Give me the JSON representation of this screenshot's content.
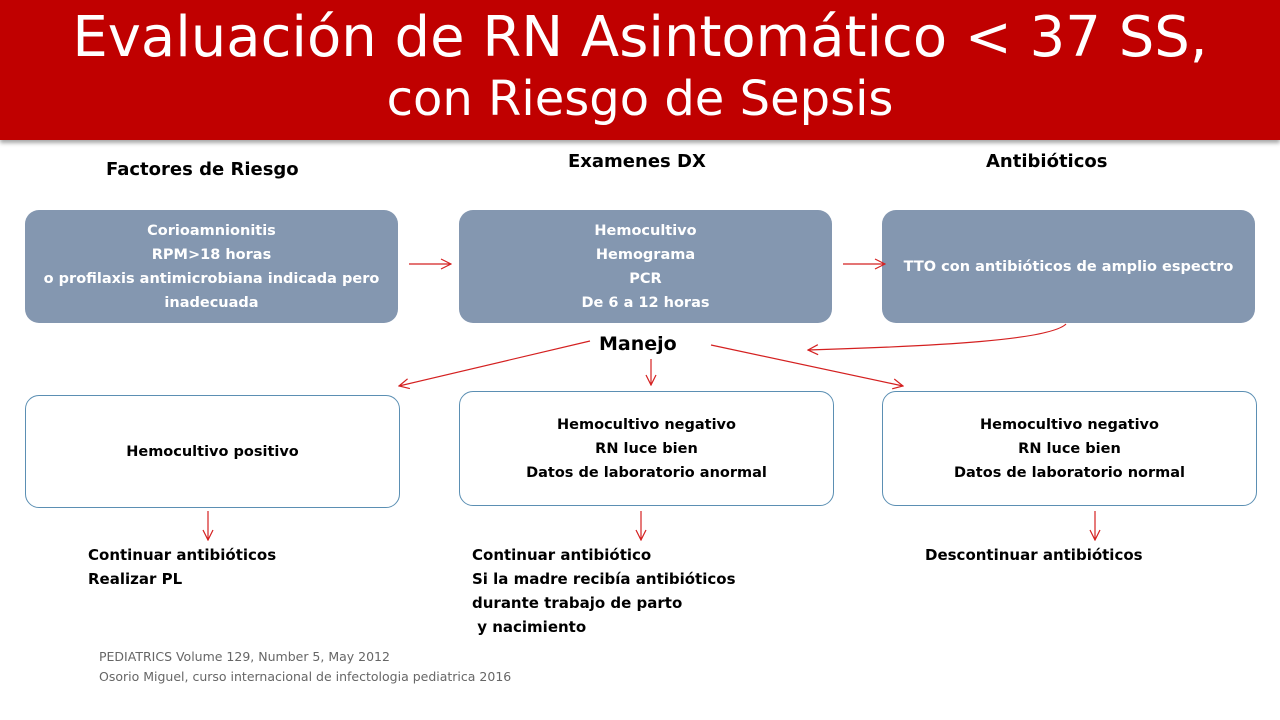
{
  "title": {
    "line1": "Evaluación de RN Asintomático < 37 SS,",
    "line2": "con Riesgo de Sepsis"
  },
  "headers": {
    "factores": "Factores de Riesgo",
    "examenes": "Examenes DX",
    "antibioticos": "Antibióticos"
  },
  "top_boxes": {
    "riesgo": [
      "Corioamnionitis",
      "RPM>18 horas",
      "o profilaxis antimicrobiana indicada pero",
      "inadecuada"
    ],
    "examenes": [
      "Hemocultivo",
      "Hemograma",
      "PCR",
      "De 6 a 12 horas"
    ],
    "tto": [
      "TTO con antibióticos de amplio espectro"
    ]
  },
  "manejo": "Manejo",
  "outcome_boxes": {
    "positivo": [
      "Hemocultivo positivo"
    ],
    "negativo_anormal": [
      "Hemocultivo negativo",
      "RN luce bien",
      "Datos de laboratorio anormal"
    ],
    "negativo_normal": [
      "Hemocultivo negativo",
      "RN luce bien",
      "Datos de laboratorio normal"
    ]
  },
  "actions": {
    "positivo": [
      "Continuar antibióticos",
      "Realizar PL"
    ],
    "anormal": [
      "Continuar antibiótico",
      "Si la madre recibía antibióticos",
      "durante trabajo de parto",
      " y nacimiento"
    ],
    "normal": [
      "Descontinuar antibióticos"
    ]
  },
  "references": [
    "PEDIATRICS Volume 129, Number 5, May 2012",
    "Osorio Miguel, curso internacional de infectologia pediatrica 2016"
  ],
  "colors": {
    "banner": "#c00000",
    "gray_box": "#8497b0",
    "outline": "#5b8fb3",
    "arrow": "#d42020"
  }
}
